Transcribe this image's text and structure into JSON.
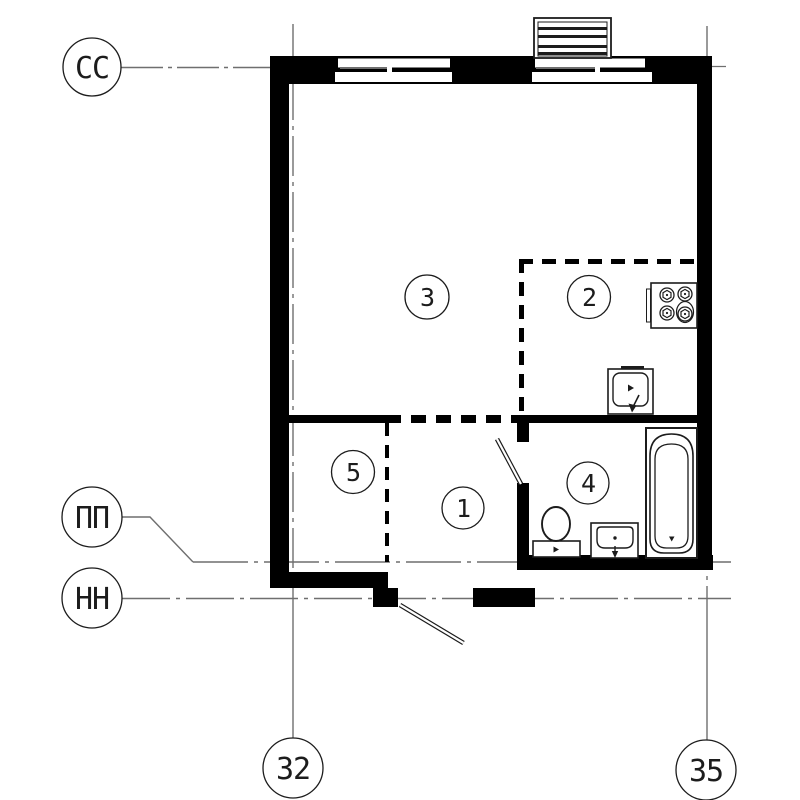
{
  "drawing": {
    "kind": "apartment floor plan",
    "rooms": [
      {
        "number": "1"
      },
      {
        "number": "2"
      },
      {
        "number": "3"
      },
      {
        "number": "4"
      },
      {
        "number": "5"
      }
    ],
    "axes": {
      "horizontal": [
        {
          "label": "СС"
        },
        {
          "label": "ПП"
        },
        {
          "label": "НН"
        }
      ],
      "vertical": [
        {
          "label": "32"
        },
        {
          "label": "35"
        }
      ]
    },
    "fixtures": [
      "stove-icon",
      "kitchen-sink-icon",
      "toilet-icon",
      "washbasin-icon",
      "bathtub-icon",
      "ac-unit-icon"
    ],
    "colors": {
      "wall": "#000000",
      "line": "#1c1c1c",
      "axis": "#6f6f6f",
      "bg": "#ffffff"
    }
  }
}
